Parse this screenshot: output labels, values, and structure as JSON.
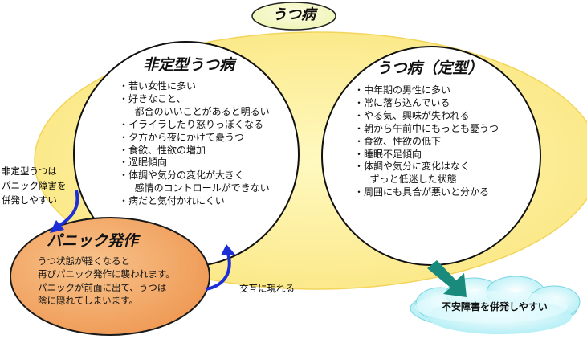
{
  "top_title": "うつ病",
  "atypical": {
    "title": "非定型うつ病",
    "items": [
      "若い女性に多い",
      "好きなこと、",
      "  都合のいいことがあると明るい",
      "イライラしたり怒りっぽくなる",
      "夕方から夜にかけて憂うつ",
      "食欲、性欲の増加",
      "過眠傾向",
      "体調や気分の変化が大きく",
      "  感情のコントロールができない",
      "病だと気付かれにくい"
    ]
  },
  "typical": {
    "title": "うつ病（定型）",
    "items": [
      "中年期の男性に多い",
      "常に落ち込んでいる",
      "やる気、興味が失われる",
      "朝から午前中にもっとも憂うつ",
      "食欲、性欲の低下",
      "睡眠不足傾向",
      "体調や気分に変化はなく",
      "  ずっと低迷した状態",
      "周囲にも具合が悪いと分かる"
    ]
  },
  "panic": {
    "title": "パニック発作",
    "lines": [
      "うつ状態が軽くなると",
      "再びパニック発作に襲われます。",
      "パニックが前面に出て、うつは",
      "陰に隠れてしまいます。"
    ]
  },
  "side_note": [
    "非定型うつは",
    "パニック障害を",
    "併発しやすい"
  ],
  "alternate_label": "交互に現れる",
  "anxiety_label": "不安障害を併発しやすい",
  "colors": {
    "outer_fill": "#fdf3a0",
    "panic_fill": "#f3a86a",
    "arrow_blue": "#1c2fd6",
    "arrow_teal": "#1a8a7c",
    "cloud_fill": "#c9f4f8"
  }
}
